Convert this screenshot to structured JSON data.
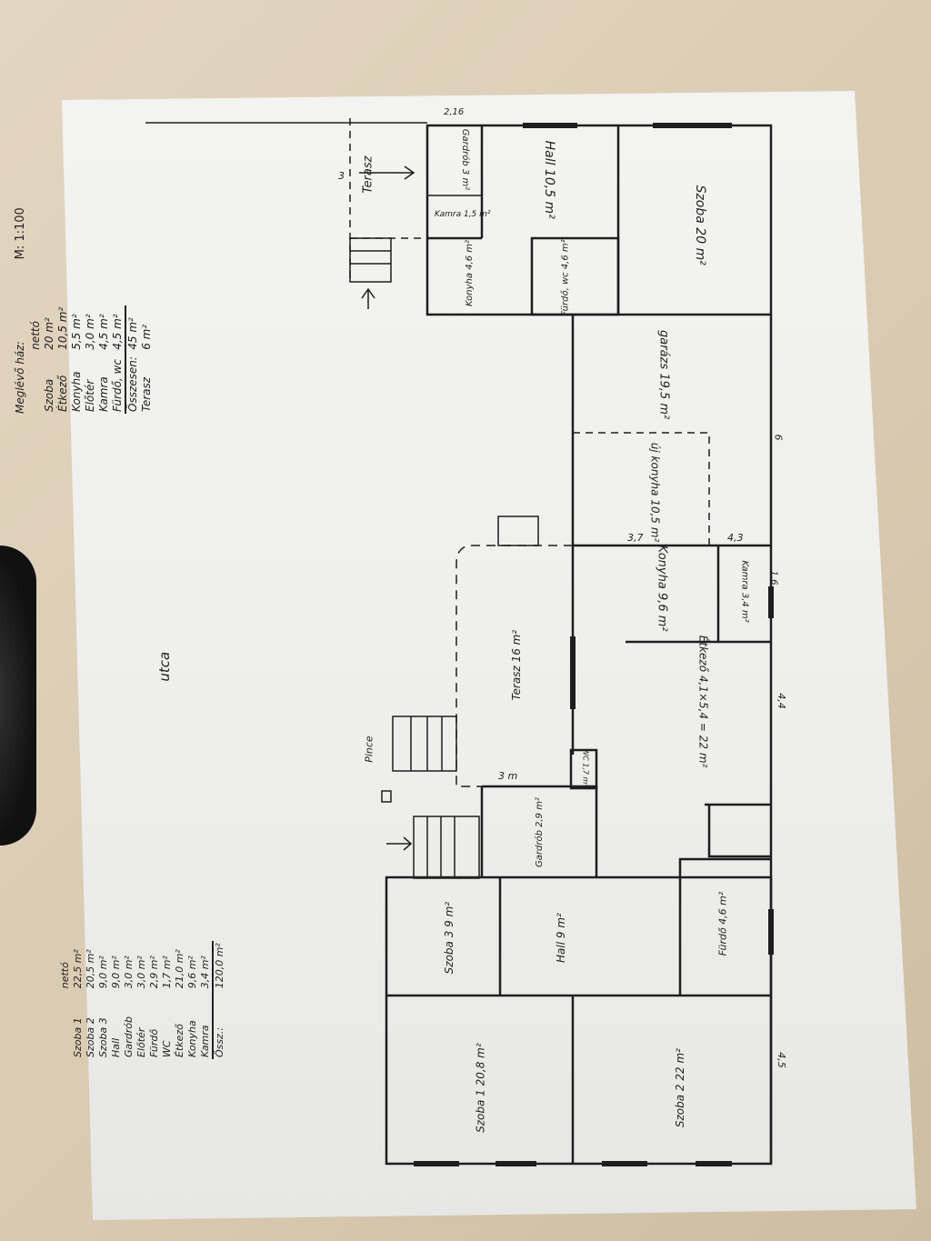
{
  "paper": {
    "scale": "M: 1:100",
    "street_label": "utca",
    "entrance_label": "Terasz",
    "stair_label": "Pince"
  },
  "legend_existing": {
    "title": "Meglévő ház:",
    "column": "nettó",
    "rows": [
      {
        "name": "Szoba",
        "area": "20 m²"
      },
      {
        "name": "Étkező",
        "area": "10,5 m²"
      },
      {
        "name": "Konyha",
        "area": "5,5 m²"
      },
      {
        "name": "Előtér",
        "area": "3,0 m²"
      },
      {
        "name": "Kamra",
        "area": "4,5 m²"
      },
      {
        "name": "Fürdő, wc",
        "area": "4,5 m²"
      }
    ],
    "total_label": "Összesen:",
    "total": "45 m²",
    "extra_name": "Terasz",
    "extra_area": "6 m²"
  },
  "legend_planned": {
    "column": "nettó",
    "rows": [
      {
        "name": "Szoba 1",
        "area": "22,5 m²"
      },
      {
        "name": "Szoba 2",
        "area": "20,5 m²"
      },
      {
        "name": "Szoba 3",
        "area": "9,0 m²"
      },
      {
        "name": "Hall",
        "area": "9,0 m²"
      },
      {
        "name": "Gardrób",
        "area": "3,0 m²"
      },
      {
        "name": "Előtér",
        "area": "3,0 m²"
      },
      {
        "name": "Fürdő",
        "area": "2,9 m²"
      },
      {
        "name": "WC",
        "area": "1,7 m²"
      },
      {
        "name": "Étkező",
        "area": "21,0 m²"
      },
      {
        "name": "Konyha",
        "area": "9,6 m²"
      },
      {
        "name": "Kamra",
        "area": "3,4 m²"
      }
    ],
    "total_label": "Össz.:",
    "total": "120,0 m²"
  },
  "rooms": [
    {
      "name": "Gardrób",
      "area": "3 m²"
    },
    {
      "name": "Kamra",
      "area": "1,5 m²"
    },
    {
      "name": "Konyha",
      "area": "4,6 m²"
    },
    {
      "name": "Hall",
      "area": "10,5 m²"
    },
    {
      "name": "Fürdő, wc",
      "area": "4,6 m²"
    },
    {
      "name": "Szoba",
      "area": "20 m²"
    },
    {
      "name": "garázs",
      "area": "19,5 m²"
    },
    {
      "name": "új konyha",
      "area": "10,5 m²"
    },
    {
      "name": "Konyha",
      "area": "9,6 m²"
    },
    {
      "name": "Kamra",
      "area": "3,4 m²"
    },
    {
      "name": "Étkező",
      "area": "4,1×5,4 = 22 m²"
    },
    {
      "name": "Terasz",
      "area": "16 m²"
    },
    {
      "name": "Gardrób",
      "area": "2,9 m²"
    },
    {
      "name": "WC",
      "area": "1,7 m²"
    },
    {
      "name": "Szoba 3",
      "area": "9 m²"
    },
    {
      "name": "Hall",
      "area": "9 m²"
    },
    {
      "name": "Fürdő",
      "area": "4,6 m²"
    },
    {
      "name": "Szoba 1",
      "area": "20,8 m²"
    },
    {
      "name": "Szoba 2",
      "area": "22 m²"
    }
  ],
  "dimensions": [
    "3",
    "3,7",
    "4,3",
    "6",
    "4,4",
    "3 m",
    "4,5",
    "2,16",
    "1,6"
  ]
}
